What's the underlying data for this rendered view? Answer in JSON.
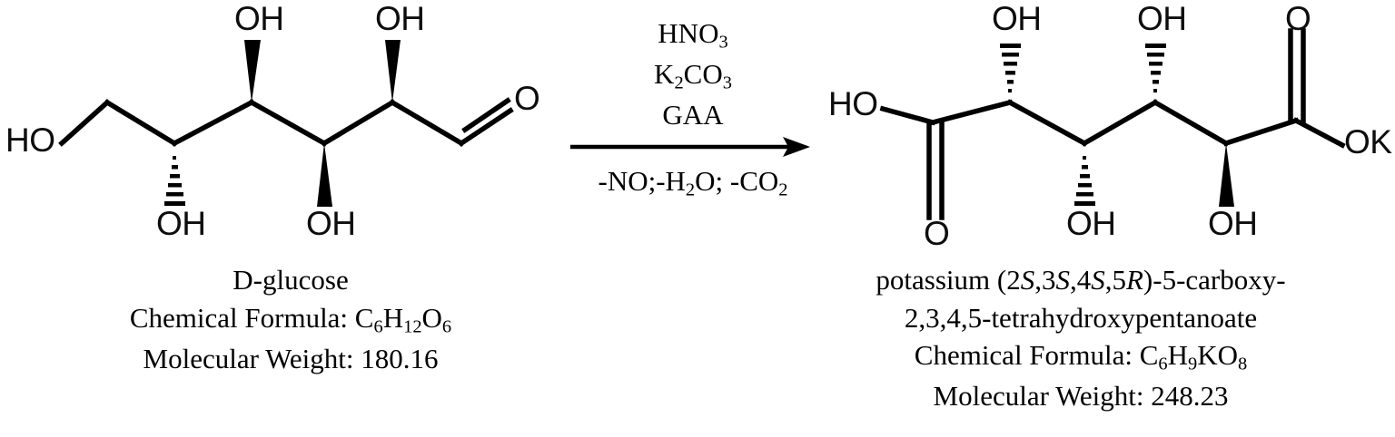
{
  "scheme": {
    "title": "Oxidation of D-glucose to potassium salt",
    "background_color": "#ffffff",
    "line_color": "#000000"
  },
  "reactant": {
    "name": "D-glucose",
    "formula_prefix": "Chemical Formula: C",
    "formula": {
      "label": "Chemical Formula:",
      "parts": [
        {
          "element": "C",
          "count": "6"
        },
        {
          "element": "H",
          "count": "12"
        },
        {
          "element": "O",
          "count": "6"
        }
      ]
    },
    "molecular_weight_label": "Molecular Weight:",
    "molecular_weight": "180.16",
    "atom_labels": {
      "terminal_hydroxyl": "HO",
      "oh_c5": "OH",
      "oh_c4": "OH",
      "oh_c3": "OH",
      "oh_c2": "OH",
      "carbonyl_oxygen": "O"
    },
    "stereo_bonds": [
      {
        "position": "C5",
        "direction": "down",
        "type": "hash"
      },
      {
        "position": "C4",
        "direction": "up",
        "type": "wedge"
      },
      {
        "position": "C3",
        "direction": "down",
        "type": "wedge"
      },
      {
        "position": "C2",
        "direction": "up",
        "type": "wedge"
      }
    ]
  },
  "arrow": {
    "conditions_above": [
      {
        "text": "HNO",
        "sub": "3"
      },
      {
        "text": "K",
        "sub": "2",
        "text2": "CO",
        "sub2": "3"
      },
      {
        "text": "GAA"
      }
    ],
    "reagent_1": "HNO3",
    "reagent_2": "K2CO3",
    "reagent_3": "GAA",
    "byproducts_below": "-NO;-H2O; -CO2",
    "byproducts_parts": {
      "a": "-NO;-H",
      "a_sub": "2",
      "b": "O; -CO",
      "b_sub": "2"
    },
    "direction": "right"
  },
  "product": {
    "name_line_1_prefix": "potassium (2",
    "name": "potassium (2S,3S,4S,5R)-5-carboxy-2,3,4,5-tetrahydroxypentanoate",
    "name_line_1": "potassium (2S,3S,4S,5R)-5-carboxy-",
    "name_line_2": "2,3,4,5-tetrahydroxypentanoate",
    "stereodescriptors": [
      "2S",
      "3S",
      "4S",
      "5R"
    ],
    "formula": {
      "label": "Chemical Formula:",
      "parts": [
        {
          "element": "C",
          "count": "6"
        },
        {
          "element": "H",
          "count": "9"
        },
        {
          "element": "K",
          "count": ""
        },
        {
          "element": "O",
          "count": "8"
        }
      ]
    },
    "molecular_weight_label": "Molecular Weight:",
    "molecular_weight": "248.23",
    "atom_labels": {
      "acid_hydroxyl": "HO",
      "acid_carbonyl_oxygen": "O",
      "oh_c4": "OH",
      "oh_c3": "OH",
      "oh_c2": "OH",
      "oh_c5": "OH",
      "ester_carbonyl_oxygen": "O",
      "potassium_salt": "OK"
    },
    "stereo_bonds": [
      {
        "position": "C4",
        "direction": "up",
        "type": "hash"
      },
      {
        "position": "C3",
        "direction": "down",
        "type": "hash"
      },
      {
        "position": "C2",
        "direction": "up",
        "type": "hash"
      },
      {
        "position": "C5",
        "direction": "down",
        "type": "wedge"
      }
    ]
  }
}
